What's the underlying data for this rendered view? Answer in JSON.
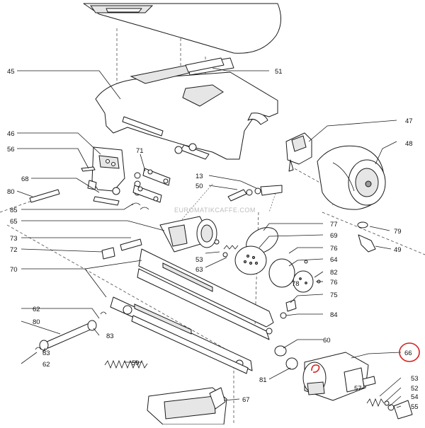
{
  "watermark": "EUROMATIKCAFFE.COM",
  "annotation": {
    "circled_label": "66",
    "color": "#d32020"
  },
  "callouts": [
    {
      "id": "45"
    },
    {
      "id": "51"
    },
    {
      "id": "46"
    },
    {
      "id": "56"
    },
    {
      "id": "68"
    },
    {
      "id": "80"
    },
    {
      "id": "85"
    },
    {
      "id": "65"
    },
    {
      "id": "73"
    },
    {
      "id": "72"
    },
    {
      "id": "70"
    },
    {
      "id": "62"
    },
    {
      "id": "80"
    },
    {
      "id": "83"
    },
    {
      "id": "83"
    },
    {
      "id": "62"
    },
    {
      "id": "59"
    },
    {
      "id": "71"
    },
    {
      "id": "13"
    },
    {
      "id": "50"
    },
    {
      "id": "47"
    },
    {
      "id": "48"
    },
    {
      "id": "79"
    },
    {
      "id": "49"
    },
    {
      "id": "77"
    },
    {
      "id": "69"
    },
    {
      "id": "76"
    },
    {
      "id": "64"
    },
    {
      "id": "53"
    },
    {
      "id": "63"
    },
    {
      "id": "82"
    },
    {
      "id": "78"
    },
    {
      "id": "76"
    },
    {
      "id": "75"
    },
    {
      "id": "84"
    },
    {
      "id": "60"
    },
    {
      "id": "81"
    },
    {
      "id": "66"
    },
    {
      "id": "53"
    },
    {
      "id": "57"
    },
    {
      "id": "52"
    },
    {
      "id": "54"
    },
    {
      "id": "55"
    },
    {
      "id": "67"
    }
  ]
}
